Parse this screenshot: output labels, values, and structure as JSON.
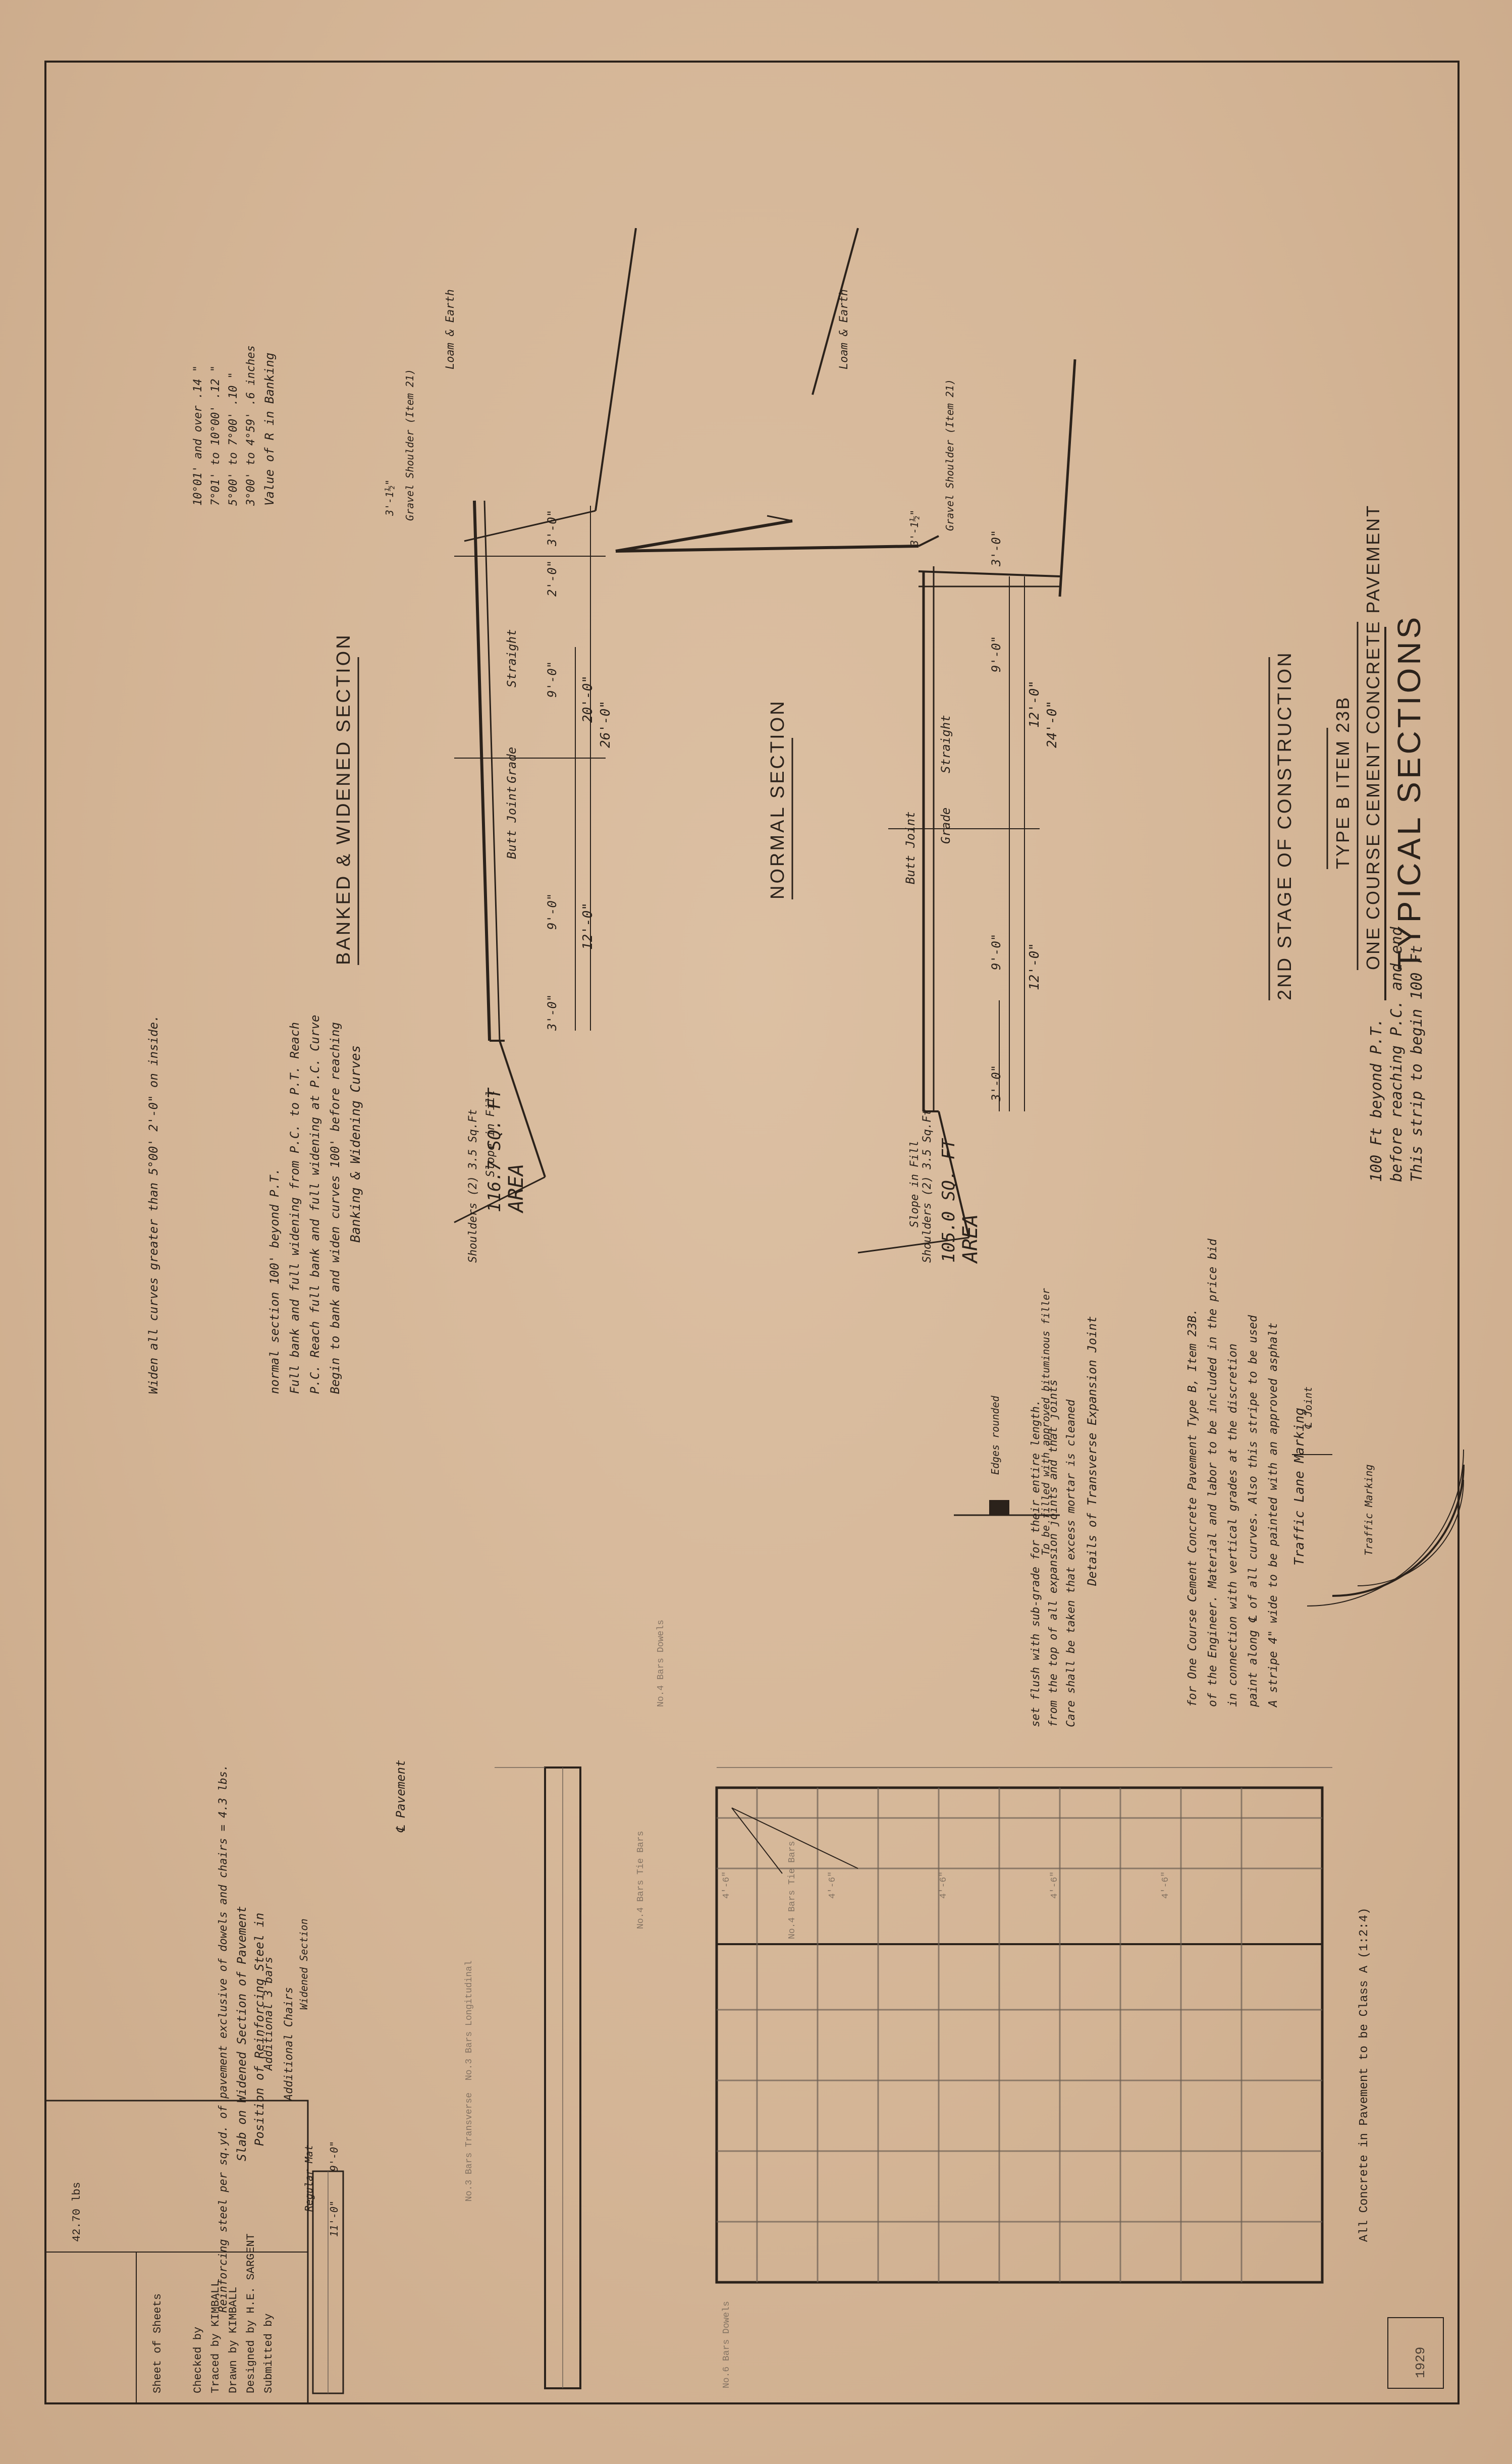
{
  "title": {
    "main": "TYPICAL SECTIONS",
    "line2": "ONE COURSE CEMENT CONCRETE PAVEMENT",
    "line3": "TYPE B  ITEM 23B",
    "line4": "2ND STAGE OF CONSTRUCTION"
  },
  "strip_note": [
    "This strip to begin 100 Ft",
    "before reaching P.C. and end",
    "100 Ft beyond P.T."
  ],
  "normal": {
    "label": "NORMAL SECTION",
    "total": "24'-0\"",
    "left_half": "12'-0\"",
    "right_half": "12'-0\"",
    "shoulder_left": "3'-0\"",
    "shoulder_right": "3'-0\"",
    "lane_a": "9'-0\"",
    "lane_b": "9'-0\"",
    "notes": [
      "Straight",
      "Grade",
      "Butt Joint",
      "Gravel Shoulder (Item 21)",
      "3'-1½\"",
      "Loam & Earth",
      "Slope in Fill"
    ],
    "area": "AREA",
    "area_value": "105.0 SQ. FT",
    "area_note": "Shoulders (2) 3.5 Sq.Ft"
  },
  "banked": {
    "label": "BANKED & WIDENED SECTION",
    "total": "26'-0\"",
    "left_half": "20'-0\"",
    "right_half": "12'-0\"",
    "shoulder_left": "3'-0\"",
    "shoulder_right": "3'-0\"",
    "extra": "2'-0\"",
    "lane_a": "9'-0\"",
    "lane_b": "9'-0\"",
    "notes": [
      "Straight",
      "Grade",
      "Butt Joint",
      "Gravel Shoulder (Item 21)",
      "3'-1½\"",
      "Loam & Earth",
      "Slope in Fill"
    ],
    "area": "AREA",
    "area_value": "116.7 SQ. FT",
    "area_note": "Shoulders (2) 3.5 Sq.Ft"
  },
  "rate_table": {
    "heading": "Value of R in Banking",
    "rows": [
      "3°00' to 4°59'  .6 inches",
      "5°00' to 7°00'  .10  \"",
      "7°01' to 10°00'  .12  \"",
      "10°01' and over  .14  \""
    ]
  },
  "banking_notes": {
    "heading": "Banking & Widening Curves",
    "lines": [
      "Begin to bank and widen curves 100' before reaching",
      "P.C. Reach full bank and full widening at P.C. Curve",
      "Full bank and full widening from P.C. to P.T. Reach",
      "normal section 100' beyond P.T.",
      "Widen all curves greater than 5°00'  2'-0\" on inside."
    ]
  },
  "traffic": {
    "heading": "Traffic Lane Marking",
    "lines": [
      "A stripe 4\" wide to be painted with an approved asphalt",
      "paint along ℄ of all curves. Also this stripe to be used",
      "in connection with vertical grades at the discretion",
      "of the Engineer. Material and labor to be included in the price bid",
      "for One Course Cement Concrete Pavement Type B, Item 23B."
    ],
    "marking": "Traffic Marking",
    "joint": "℄ Joint"
  },
  "expansion": {
    "heading": "Details of Transverse Expansion Joint",
    "filler": "To be filled with approved bituminous filler",
    "lines": [
      "Care shall be taken that excess mortar is cleaned",
      "from the top of all expansion joints and that joints",
      "set flush with sub-grade for their entire length."
    ],
    "edge": "Edges rounded"
  },
  "reinforcing": {
    "heading": "Position of Reinforcing Steel in",
    "heading2": "Slab on Widened Section of Pavement",
    "note": "Reinforcing steel per sq.yd. of pavement exclusive of dowels and chairs = 4.3 lbs.",
    "all_concrete": "All Concrete in Pavement to be Class A (1:2:4)",
    "pavement_cl": "℄ Pavement",
    "additional": "Additional Chairs",
    "additional2": "Additional 3 bars",
    "widened": "Widened Section",
    "regular": "Regular Mat",
    "dims": [
      "11'-0\"",
      "9'-0\""
    ],
    "boxes": [
      "No.4 Bars Dowels",
      "No.4 Bars Tie Bars",
      "No.3 Bars Longitudinal",
      "No.3 Bars Transverse",
      "No.4 Bars Tie Bars",
      "No.6 Bars Dowels"
    ],
    "dim_strip": [
      "4'-6\"",
      "4'-6\"",
      "4'-6\"",
      "4'-6\"",
      "4'-6\""
    ]
  },
  "title_block": {
    "designed": "Designed by  H.E. SARGENT",
    "drawn": "Drawn by  KIMBALL",
    "traced": "Traced by  KIMBALL",
    "checked": "Checked by",
    "submitted": "Submitted by",
    "sheet": "Sheet   of   Sheets",
    "total": "42.70 lbs"
  },
  "stamp": "1929"
}
